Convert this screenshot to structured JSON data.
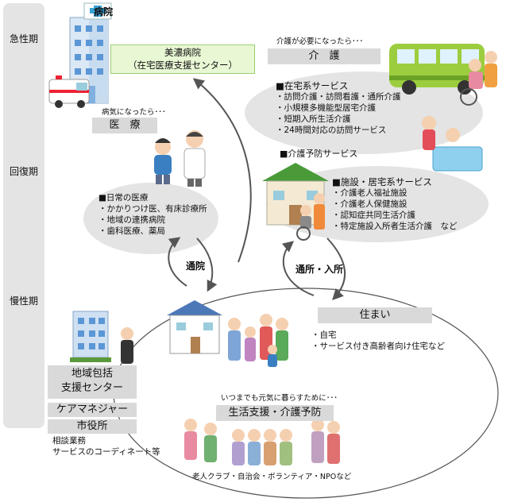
{
  "phases": [
    "急性期",
    "回復期",
    "慢性期"
  ],
  "hospital": {
    "icon_label": "病院",
    "name_line1": "美濃病院",
    "name_line2": "（在宅医療支援センター）"
  },
  "medical": {
    "caption": "病気になったら･･･",
    "label": "医　療",
    "list_title": "■日常の医療",
    "items": [
      "・かかりつけ医、有床診療所",
      "・地域の連携病院",
      "・歯科医療、薬局"
    ]
  },
  "care": {
    "caption": "介護が必要になったら･･･",
    "label": "介　護",
    "home_title": "■在宅系サービス",
    "home_items": [
      "・訪問介護・訪問看護・通所介護",
      "・小規模多機能型居宅介護",
      "・短期入所生活介護",
      "・24時間対応の訪問サービス"
    ],
    "prevention_title": "■介護予防サービス",
    "facility_title": "■施設・居宅系サービス",
    "facility_items": [
      "・介護老人福祉施設",
      "・介護老人保健施設",
      "・認知症共同生活介護",
      "・特定施設入所者生活介護　など"
    ]
  },
  "arrows": {
    "outpatient": "通院",
    "admission": "通所・入所"
  },
  "housing": {
    "label": "住まい",
    "items": [
      "・自宅",
      "・サービス付き高齢者向け住宅など"
    ]
  },
  "support_center": {
    "line1": "地域包括",
    "line2": "支援センター",
    "care_manager": "ケアマネジャー",
    "city_office": "市役所",
    "notes": [
      "相談業務",
      "サービスのコーディネート等"
    ]
  },
  "life_support": {
    "caption": "いつまでも元気に暮らすために･･･",
    "label": "生活支援・介護予防",
    "footer": "老人クラブ・自治会・ボランティア・NPOなど"
  }
}
